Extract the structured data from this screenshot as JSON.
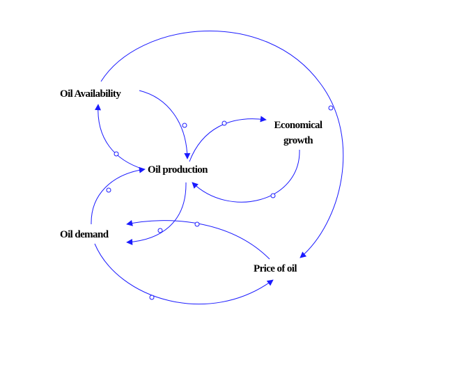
{
  "diagram": {
    "type": "causal-loop",
    "link_color": "#1a1aff",
    "nodes": {
      "oil_availability": "Oil Availability",
      "oil_production": "Oil production",
      "economical_growth_line1": "Economical",
      "economical_growth_line2": "growth",
      "oil_demand": "Oil demand",
      "price_of_oil": "Price of oil"
    },
    "links": [
      {
        "from": "Oil Availability",
        "to": "Oil production"
      },
      {
        "from": "Oil production",
        "to": "Oil Availability"
      },
      {
        "from": "Oil production",
        "to": "Economical growth"
      },
      {
        "from": "Economical growth",
        "to": "Oil production"
      },
      {
        "from": "Oil demand",
        "to": "Oil production"
      },
      {
        "from": "Oil production",
        "to": "Oil demand"
      },
      {
        "from": "Price of oil",
        "to": "Oil demand"
      },
      {
        "from": "Oil demand",
        "to": "Price of oil"
      },
      {
        "from": "Oil Availability",
        "to": "Price of oil"
      }
    ]
  }
}
